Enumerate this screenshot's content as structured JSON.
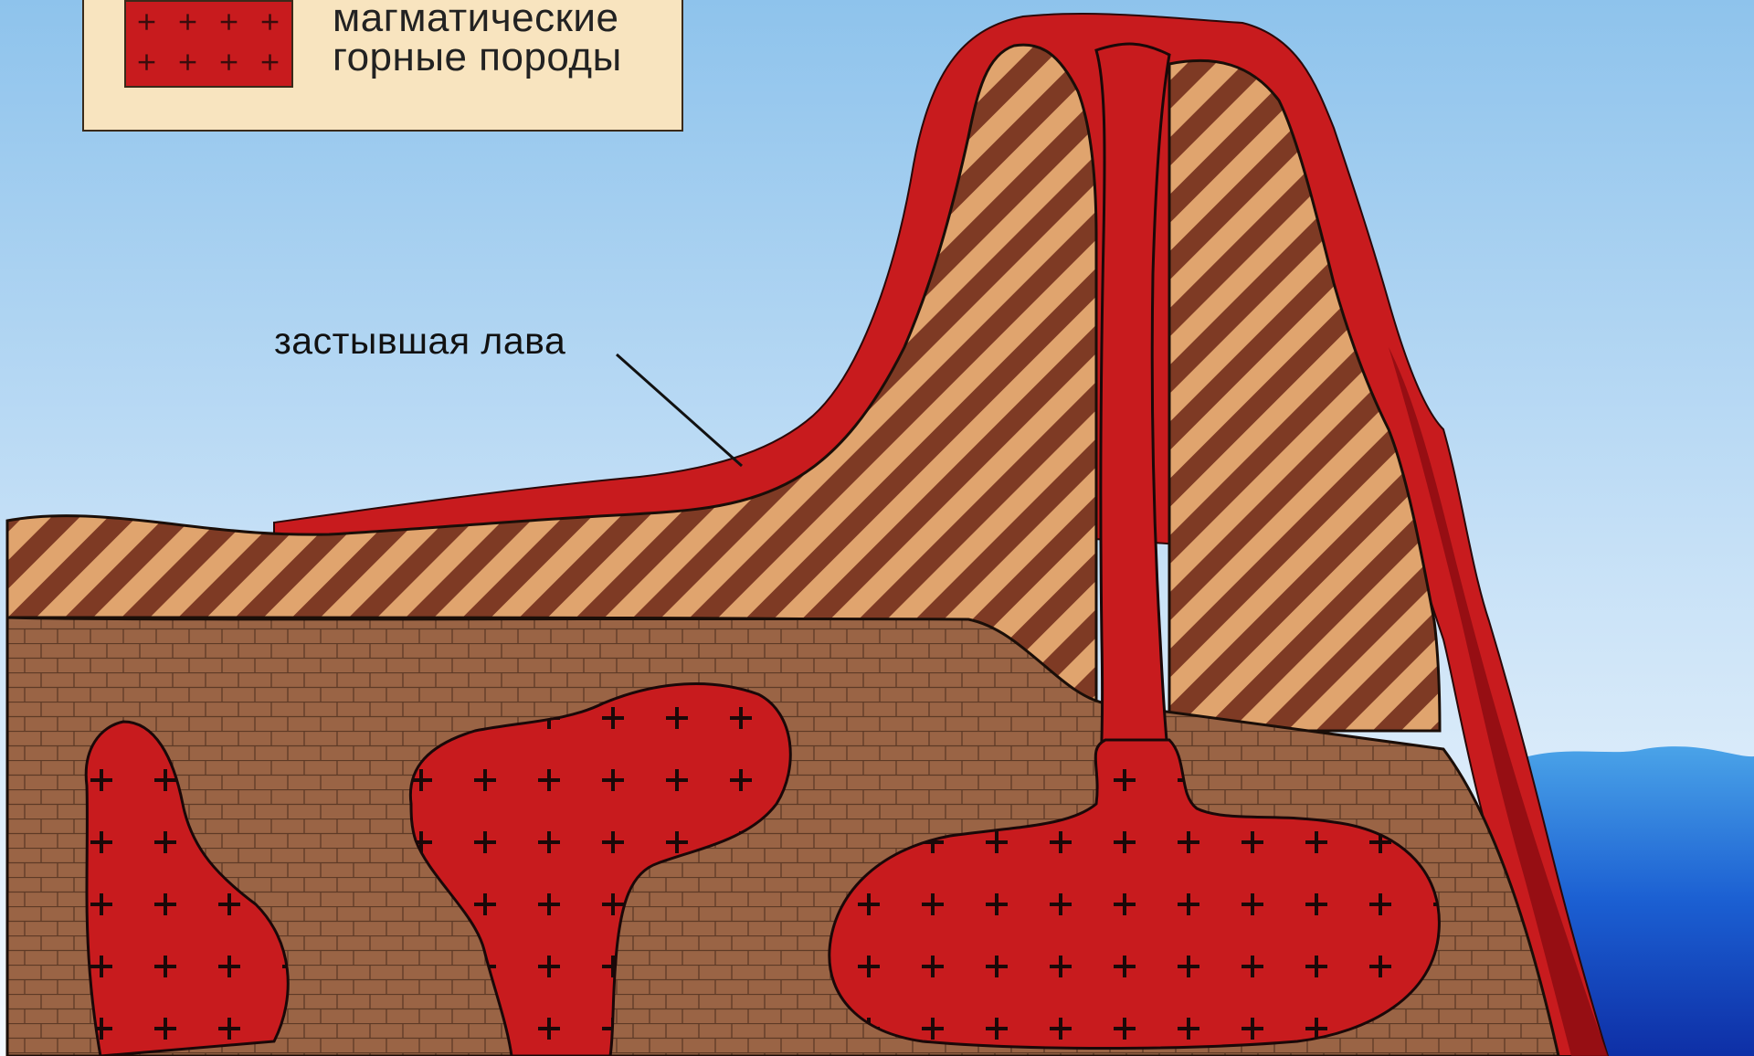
{
  "legend": {
    "entry": {
      "label_line1": "магматические",
      "label_line2": "горные породы",
      "pattern": "red-with-plus-signs"
    }
  },
  "labels": {
    "solidified_lava": "застывшая лава"
  },
  "colors": {
    "sky_top": "#8ec3ec",
    "sky_bottom": "#f4f9fe",
    "magma_red": "#c81b1e",
    "lava_dark": "#9e0f14",
    "sediment_brown": "#9a6445",
    "stripe_light": "#e0a46e",
    "stripe_dark": "#7e3a24",
    "water_blue": "#1b4fc8",
    "legend_bg": "#f8e4bf"
  }
}
